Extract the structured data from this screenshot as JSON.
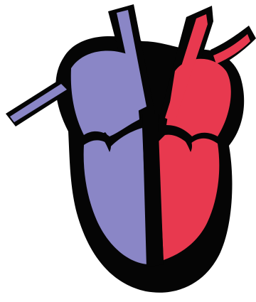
{
  "diagram": {
    "subject": "heart-cross-section",
    "colors": {
      "background": "#ffffff",
      "outline": "#050505",
      "deoxygenated": "#8a86c6",
      "oxygenated": "#e8394f"
    },
    "parts": {
      "right_side": {
        "color": "deoxygenated"
      },
      "left_side": {
        "color": "oxygenated"
      }
    }
  }
}
